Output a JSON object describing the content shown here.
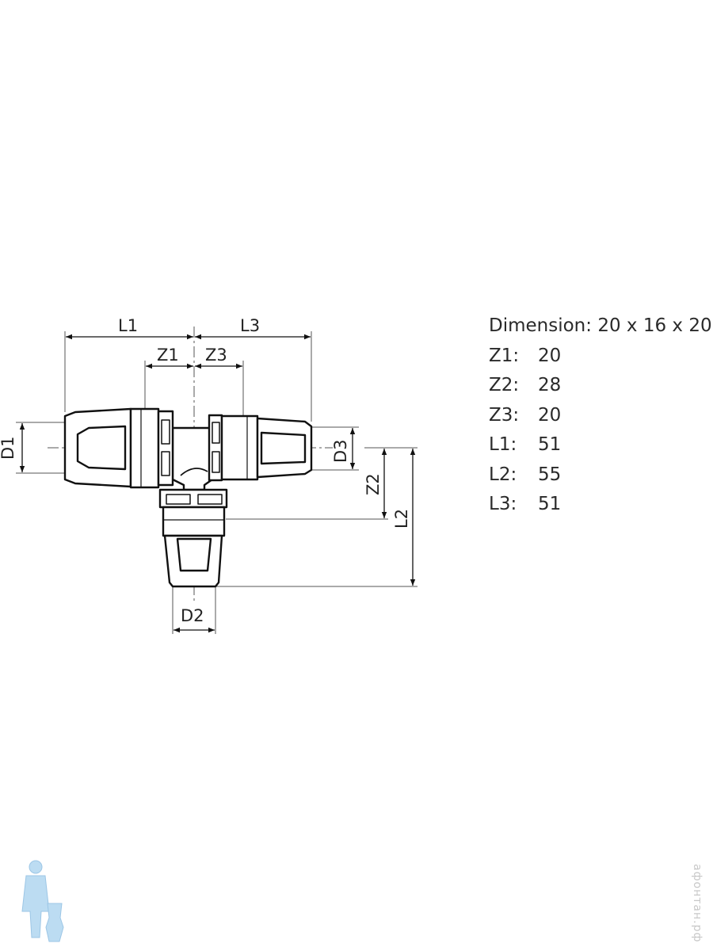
{
  "labels": {
    "L1": "L1",
    "L3": "L3",
    "Z1": "Z1",
    "Z3": "Z3",
    "D1": "D1",
    "D2": "D2",
    "D3": "D3",
    "Z2": "Z2",
    "L2": "L2"
  },
  "specs": {
    "title": "Dimension: 20 x 16 x 20",
    "rows": [
      {
        "key": "Z1:",
        "value": "20"
      },
      {
        "key": "Z2:",
        "value": "28"
      },
      {
        "key": "Z3:",
        "value": "20"
      },
      {
        "key": "L1:",
        "value": "51"
      },
      {
        "key": "L2:",
        "value": "55"
      },
      {
        "key": "L3:",
        "value": "51"
      }
    ]
  },
  "watermark": "афонтан.рф",
  "logo_color": "#bcdcf2"
}
